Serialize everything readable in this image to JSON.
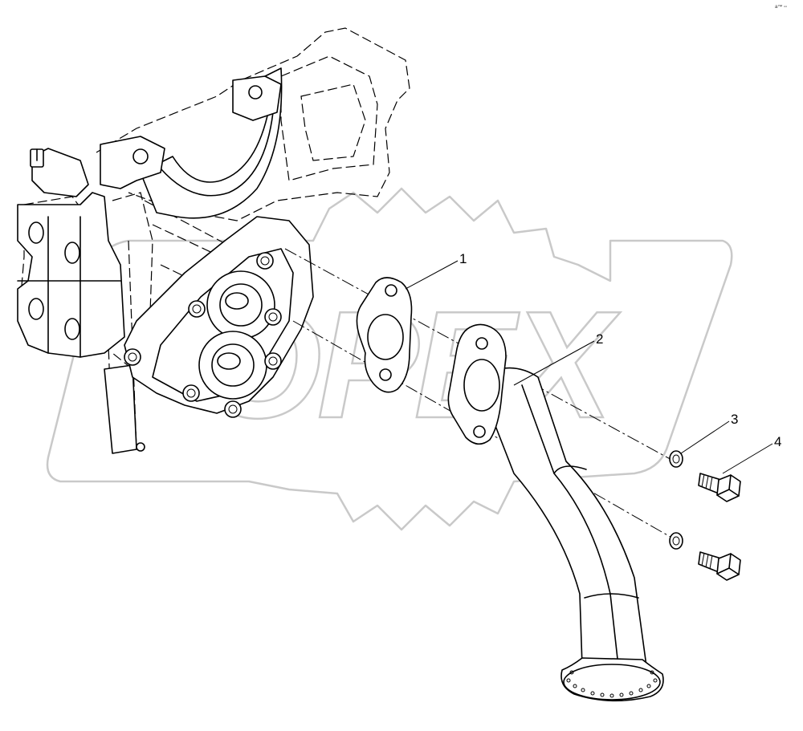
{
  "watermark": {
    "text": "OPEX",
    "color": "#c9c9c9"
  },
  "corner_mark": "a™ ▫▫",
  "callouts": [
    {
      "id": "1",
      "part": "gasket"
    },
    {
      "id": "2",
      "part": "suction-pipe"
    },
    {
      "id": "3",
      "part": "washer"
    },
    {
      "id": "4",
      "part": "bolt"
    }
  ],
  "colors": {
    "line": "#000000",
    "background": "#ffffff"
  }
}
